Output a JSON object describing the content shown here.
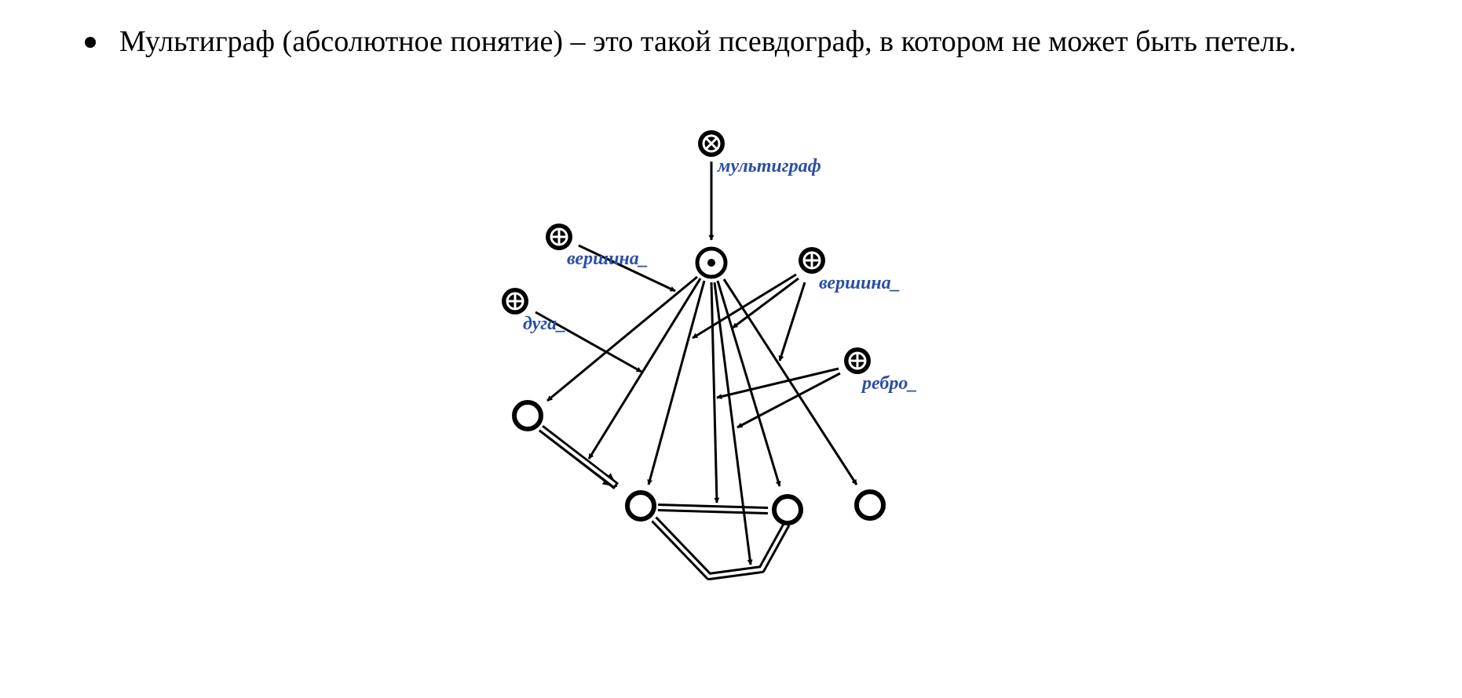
{
  "text": {
    "definition": "Мультиграф (абсолютное понятие) – это такой псевдограф, в котором не может быть петель."
  },
  "diagram": {
    "labels": {
      "multigraph": "мультиграф",
      "vertex_1": "вершина_",
      "vertex_2": "вершина_",
      "arc": "дуга_",
      "edge": "ребро_"
    },
    "colors": {
      "label": "#2b4ea8",
      "stroke": "#000000"
    },
    "icons": {
      "class_node": "cross-circle-node",
      "role_node": "plus-circle-node",
      "structure_node": "dot-circle-node",
      "element_node": "ring-node"
    }
  }
}
